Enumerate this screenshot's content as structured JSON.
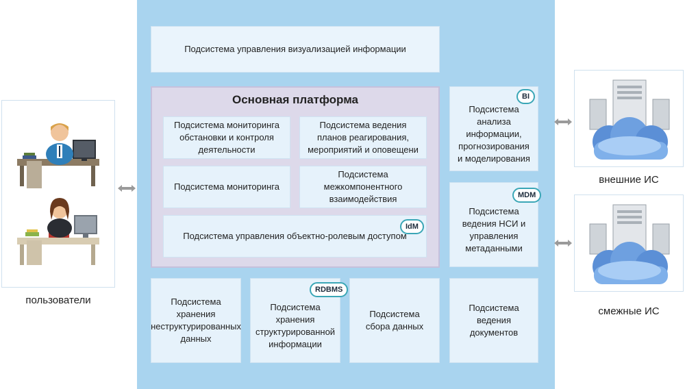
{
  "users_caption": "пользователи",
  "external_caption": "внешние ИС",
  "adjacent_caption": "смежные ИС",
  "platform_title": "Основная платформа",
  "boxes": {
    "visualization": "Подсистема управления визуализацией информации",
    "situation_monitoring": "Подсистема мониторинга обстановки и контроля деятельности",
    "response_plans": "Подсистема ведения планов реагирования, мероприятий и оповещени",
    "monitoring": "Подсистема мониторинга",
    "intercomponent": "Подсистема межкомпонентного взаимодействия",
    "access_control": "Подсистема управления объектно-ролевым доступом",
    "analysis": "Подсистема анализа информации, прогнозирования и моделирования",
    "nsi": "Подсистема ведения НСИ и управления метаданными",
    "unstructured": "Подсистема хранения неструктурированных данных",
    "structured": "Подсистема хранения структурированной информации",
    "collection": "Подсистема сбора данных",
    "documents": "Подсистема ведения документов"
  },
  "badges": {
    "bi": "BI",
    "mdm": "MDM",
    "idm": "IdM",
    "rdbms": "RDBMS"
  },
  "colors": {
    "panel": "#a9d4ef",
    "box": "#e6f2fb",
    "platform": "#ddd9ea",
    "badge_border": "#3aa6b6"
  }
}
